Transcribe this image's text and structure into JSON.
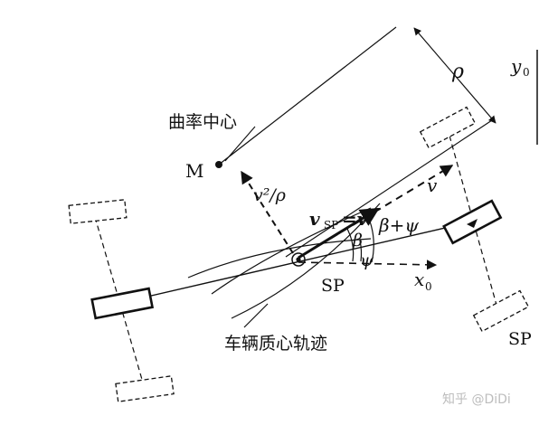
{
  "labels": {
    "curvature_center": "曲率中心",
    "point_m": "M",
    "rho": "ρ",
    "y0": "y",
    "y0_sub": "0",
    "centripetal": "v²/ρ",
    "velocity_sp_main": "v",
    "velocity_sp_sub": "SP",
    "velocity_sp_eq": "=v",
    "velocity": "v",
    "beta_plus_psi": "β+ψ",
    "beta": "β",
    "psi": "ψ",
    "sp_center": "SP",
    "x0": "x",
    "x0_sub": "0",
    "trajectory": "车辆质心轨迹",
    "sp_right": "SP",
    "watermark": "知乎 @DiDi"
  },
  "colors": {
    "ink": "#111111",
    "watermark": "#bdbdbd",
    "background": "#ffffff"
  }
}
